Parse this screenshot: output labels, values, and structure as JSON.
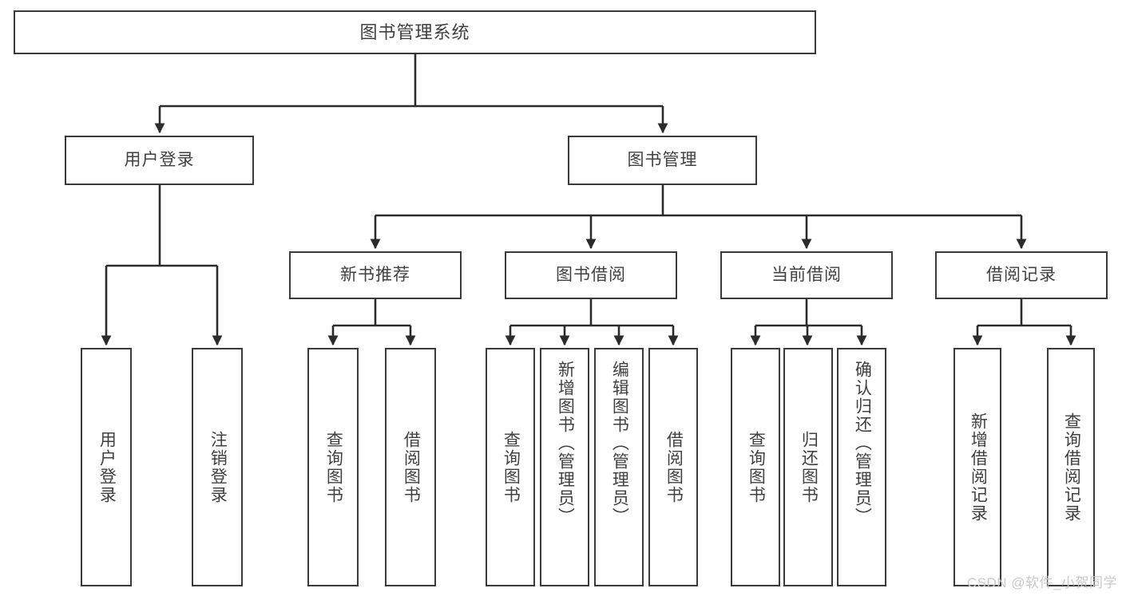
{
  "diagram": {
    "title": "图书管理系统",
    "type": "hierarchy-tree",
    "root": {
      "label": "图书管理系统"
    },
    "level2": [
      {
        "label": "用户登录"
      },
      {
        "label": "图书管理"
      }
    ],
    "level3": [
      {
        "label": "新书推荐"
      },
      {
        "label": "图书借阅"
      },
      {
        "label": "当前借阅"
      },
      {
        "label": "借阅记录"
      }
    ],
    "leaves": {
      "user_login": [
        {
          "label": "用户登录"
        },
        {
          "label": "注销登录"
        }
      ],
      "new_book_recommend": [
        {
          "label": "查询图书"
        },
        {
          "label": "借阅图书"
        }
      ],
      "book_borrow": [
        {
          "label": "查询图书"
        },
        {
          "label": "新增图书（管理员）"
        },
        {
          "label": "编辑图书（管理员）"
        },
        {
          "label": "借阅图书"
        }
      ],
      "current_borrow": [
        {
          "label": "查询图书"
        },
        {
          "label": "归还图书"
        },
        {
          "label": "确认归还（管理员）"
        }
      ],
      "borrow_record": [
        {
          "label": "新增借阅记录"
        },
        {
          "label": "查询借阅记录"
        }
      ]
    }
  },
  "watermark": {
    "text": "CSDN @软件_小贺同学"
  },
  "colors": {
    "box_border": "#3a3a3a",
    "text": "#404040",
    "connector": "#2b2b2b",
    "background": "#ffffff",
    "watermark": "#c9c9c9"
  }
}
